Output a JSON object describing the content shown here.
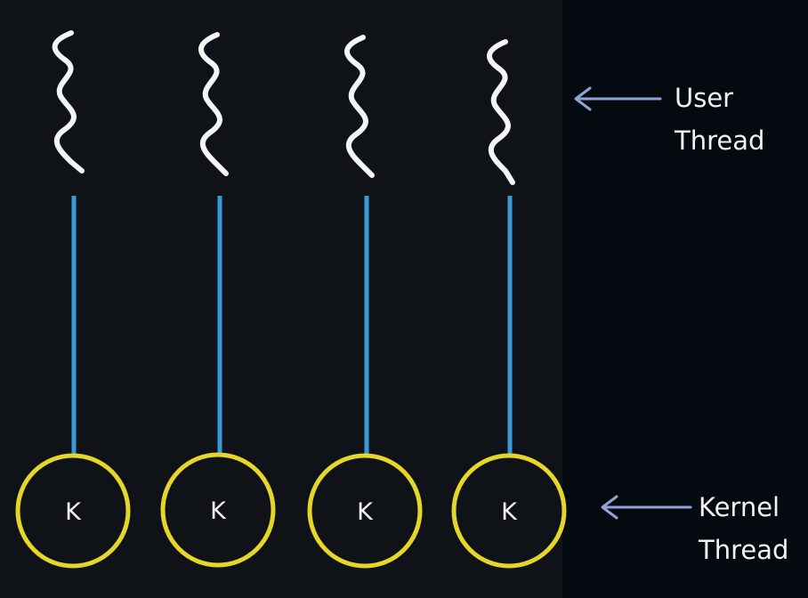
{
  "threads": [
    {
      "kernel_label": "K"
    },
    {
      "kernel_label": "K"
    },
    {
      "kernel_label": "K"
    },
    {
      "kernel_label": "K"
    }
  ],
  "labels": {
    "user_thread": [
      "User",
      "Thread"
    ],
    "kernel_thread": [
      "Kernel",
      "Thread"
    ]
  },
  "colors": {
    "background": "#0f1318",
    "squiggle": "#f5f5f5",
    "connector": "#3a9ad9",
    "circle": "#e6d62a",
    "arrow": "#8fa3d4",
    "text": "#f2f2f2"
  }
}
